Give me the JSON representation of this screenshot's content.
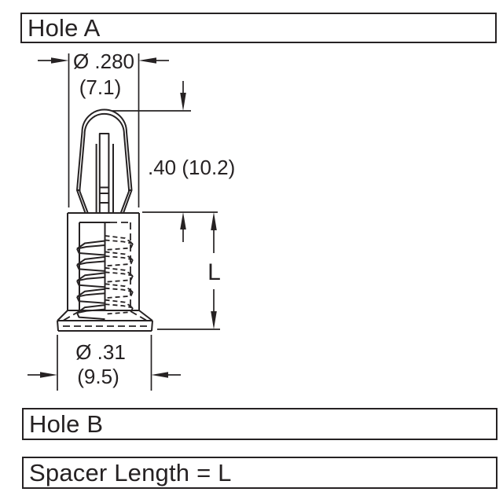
{
  "boxes": {
    "hole_a": "Hole A",
    "hole_b": "Hole B",
    "spacer_length": "Spacer Length = L"
  },
  "dims": {
    "top_in": "Ø .280",
    "top_mm": "(7.1)",
    "tip_height": ".40 (10.2)",
    "length": "L",
    "base_in": "Ø .31",
    "base_mm": "(9.5)"
  },
  "colors": {
    "line": "#262223",
    "background": "#ffffff"
  }
}
